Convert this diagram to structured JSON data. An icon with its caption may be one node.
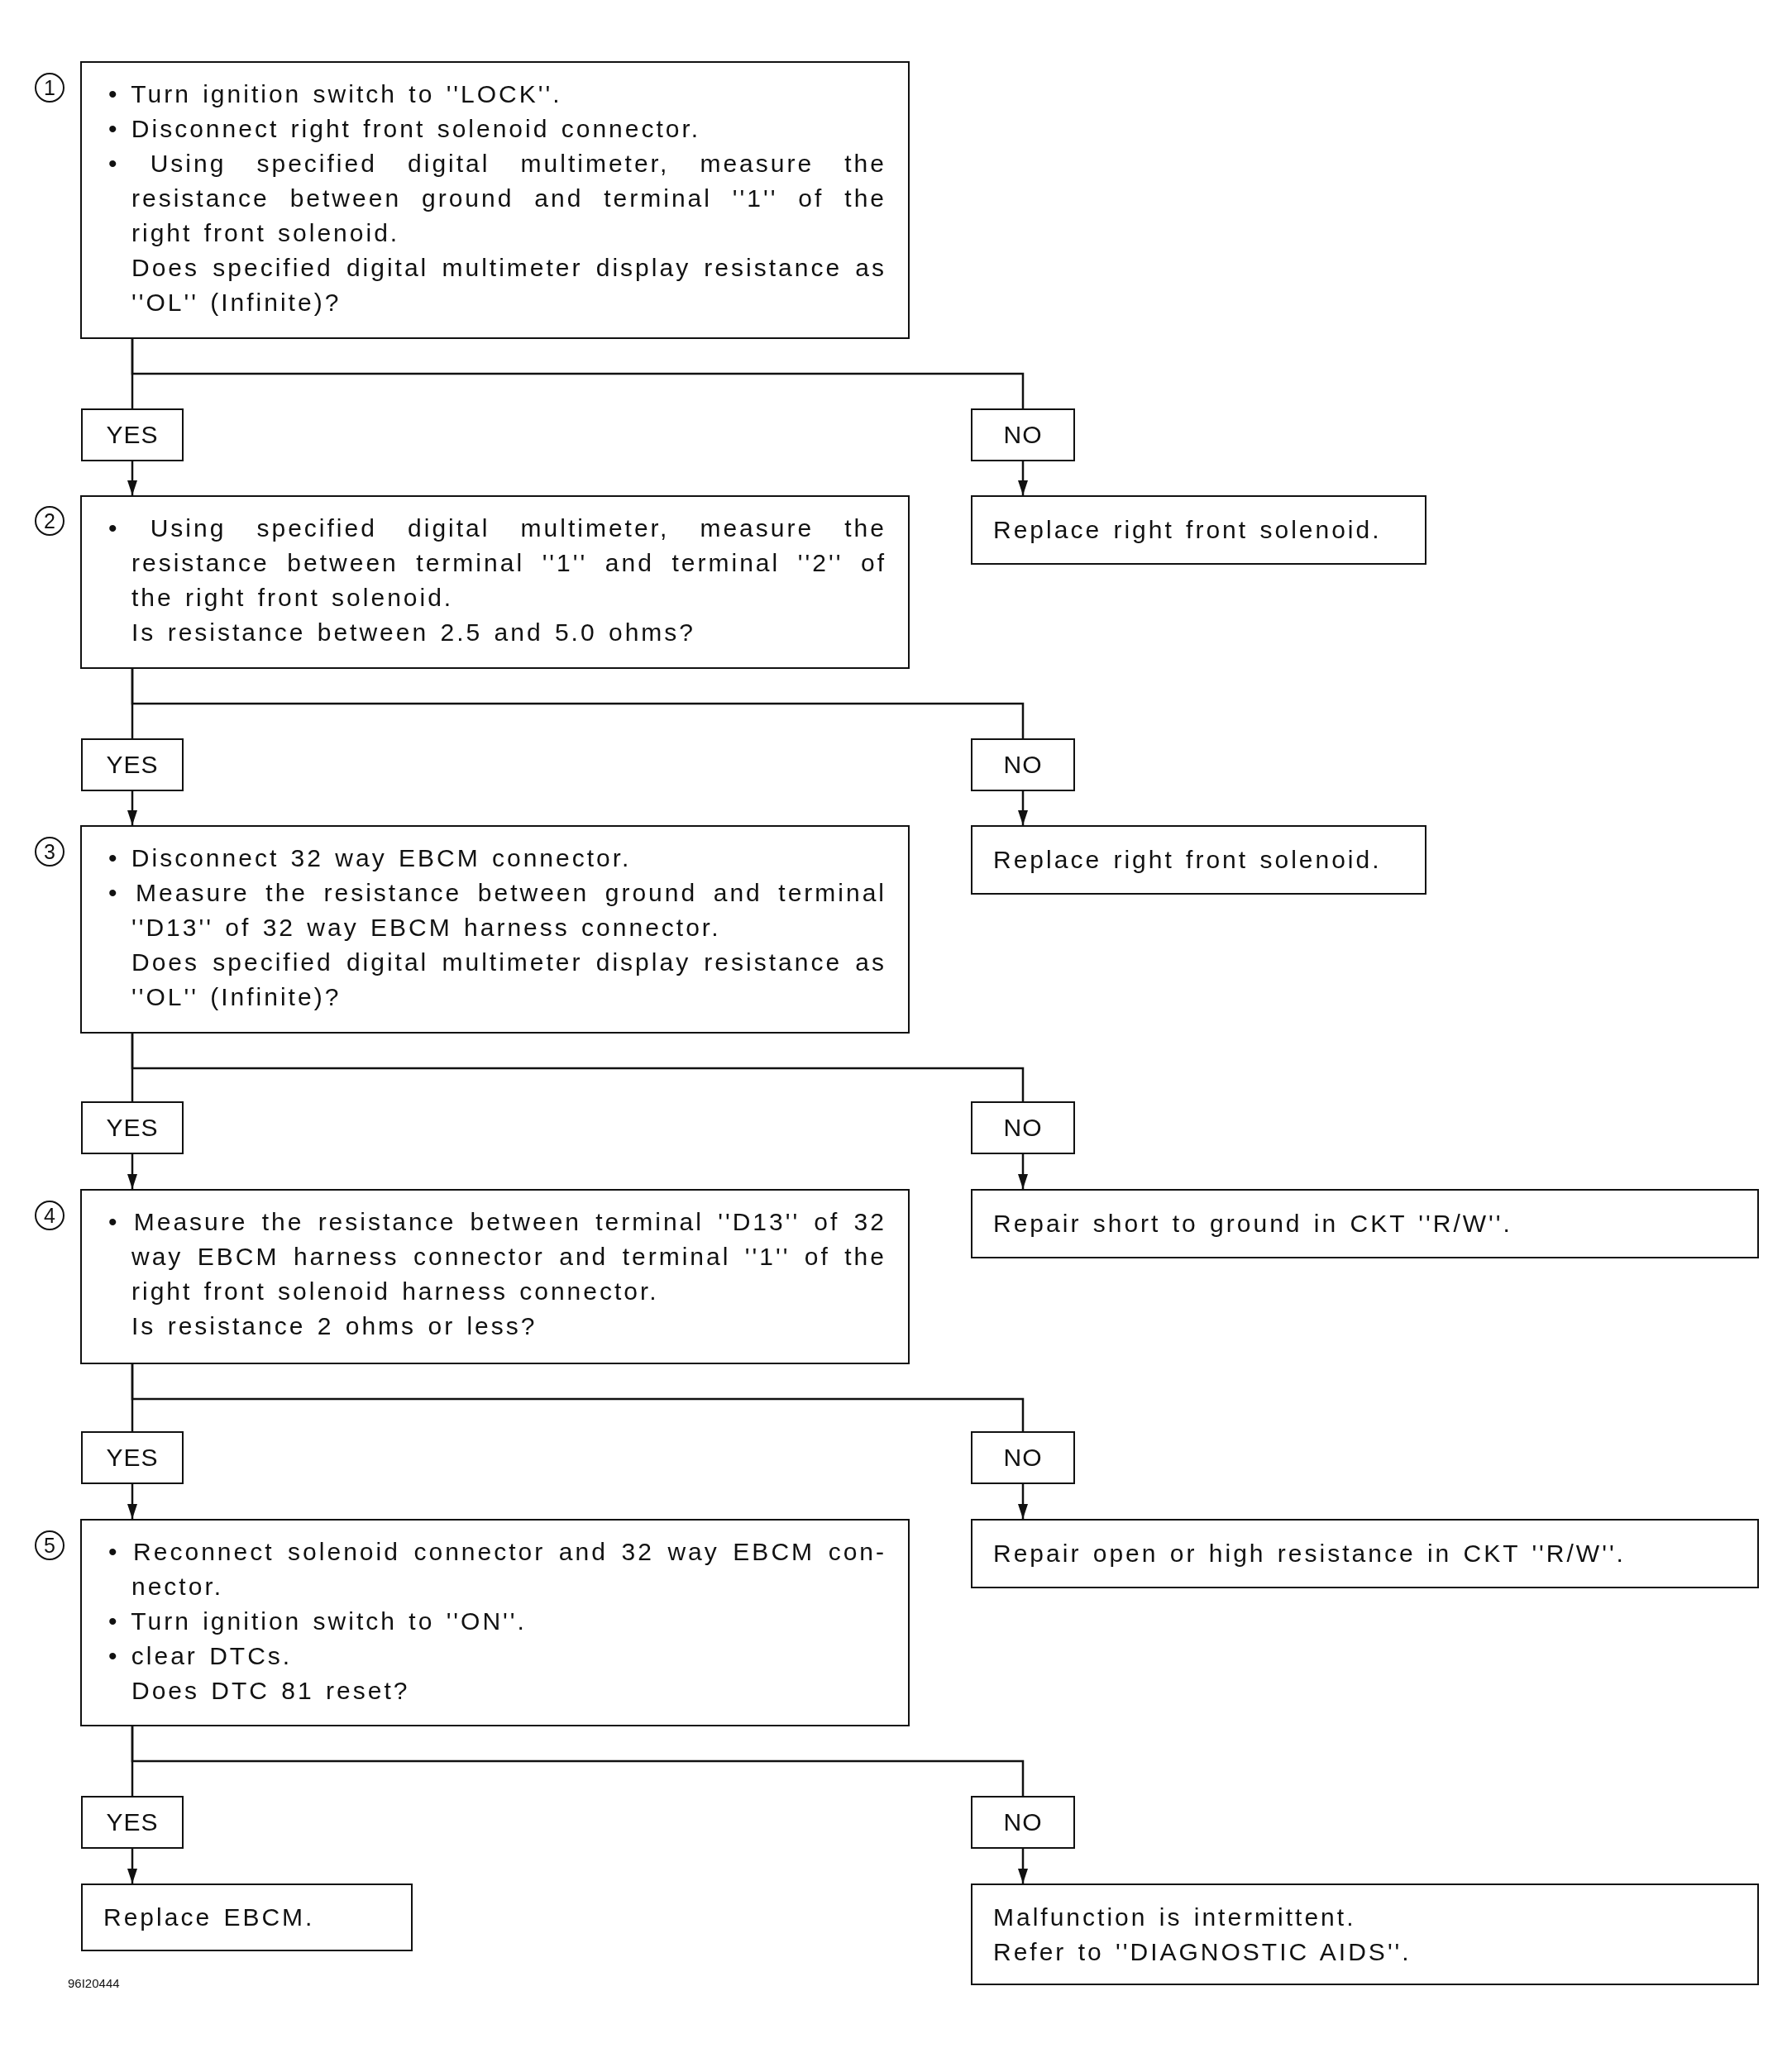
{
  "diagram": {
    "nodes": [
      {
        "text": [
          "• Turn ignition switch to ''LOCK''.",
          "• Disconnect right front solenoid connector.",
          "• Using specified digital multimeter, measure the resistance between ground and terminal ''1'' of the right front solenoid.",
          "Does specified digital multimeter display resistance as ''OL'' (Infinite)?"
        ],
        "beside": [
          "1"
        ]
      },
      {
        "text": [
          "YES"
        ]
      },
      {
        "text": [
          "NO"
        ]
      },
      {
        "text": [
          "• Using specified digital multimeter, measure the resistance between terminal ''1'' and terminal ''2'' of the right front solenoid.",
          "Is resistance between 2.5 and 5.0 ohms?"
        ],
        "beside": [
          "2"
        ]
      },
      {
        "text": [
          "Replace right front solenoid."
        ]
      },
      {
        "text": [
          "YES"
        ]
      },
      {
        "text": [
          "NO"
        ]
      },
      {
        "text": [
          "• Disconnect 32 way EBCM connector.",
          "• Measure the resistance between ground and terminal ''D13'' of 32 way EBCM harness connector.",
          "Does specified digital multimeter display resistance as ''OL'' (Infinite)?"
        ],
        "beside": [
          "3"
        ]
      },
      {
        "text": [
          "Replace right front solenoid."
        ]
      },
      {
        "text": [
          "YES"
        ]
      },
      {
        "text": [
          "NO"
        ]
      },
      {
        "text": [
          "• Measure the resistance between terminal ''D13'' of 32 way EBCM harness connector and terminal ''1'' of the right front solenoid harness connector.",
          "Is resistance 2 ohms or less?"
        ],
        "beside": [
          "4"
        ]
      },
      {
        "text": [
          "Repair short to ground in CKT ''R/W''."
        ]
      },
      {
        "text": [
          "YES"
        ]
      },
      {
        "text": [
          "NO"
        ]
      },
      {
        "text": [
          "• Reconnect solenoid connector and 32 way EBCM con-nector.",
          "• Turn ignition switch to ''ON''.",
          "• clear DTCs.",
          "Does DTC 81 reset?"
        ],
        "beside": [
          "5"
        ]
      },
      {
        "text": [
          "Repair open or high resistance in CKT ''R/W''."
        ]
      },
      {
        "text": [
          "YES"
        ]
      },
      {
        "text": [
          "NO"
        ]
      },
      {
        "text": [
          "Replace EBCM."
        ]
      },
      {
        "text": [
          "Malfunction is intermittent.",
          "Refer to ''DIAGNOSTIC AIDS''."
        ]
      }
    ],
    "edges": [
      {
        "from": 0,
        "to": 1,
        "arrow": "none"
      },
      {
        "from": 0,
        "to": 2,
        "arrow": "none"
      },
      {
        "from": 1,
        "to": 3,
        "arrow": "to"
      },
      {
        "from": 2,
        "to": 4,
        "arrow": "to"
      },
      {
        "from": 3,
        "to": 5,
        "arrow": "none"
      },
      {
        "from": 3,
        "to": 6,
        "arrow": "none"
      },
      {
        "from": 5,
        "to": 7,
        "arrow": "to"
      },
      {
        "from": 6,
        "to": 8,
        "arrow": "to"
      },
      {
        "from": 7,
        "to": 9,
        "arrow": "none"
      },
      {
        "from": 7,
        "to": 10,
        "arrow": "none"
      },
      {
        "from": 9,
        "to": 11,
        "arrow": "to"
      },
      {
        "from": 10,
        "to": 12,
        "arrow": "to"
      },
      {
        "from": 11,
        "to": 13,
        "arrow": "none"
      },
      {
        "from": 11,
        "to": 14,
        "arrow": "none"
      },
      {
        "from": 13,
        "to": 15,
        "arrow": "to"
      },
      {
        "from": 14,
        "to": 16,
        "arrow": "to"
      },
      {
        "from": 15,
        "to": 17,
        "arrow": "none"
      },
      {
        "from": 15,
        "to": 18,
        "arrow": "none"
      },
      {
        "from": 17,
        "to": 19,
        "arrow": "to"
      },
      {
        "from": 18,
        "to": 20,
        "arrow": "to"
      }
    ],
    "labels": [
      "96I20444"
    ]
  }
}
